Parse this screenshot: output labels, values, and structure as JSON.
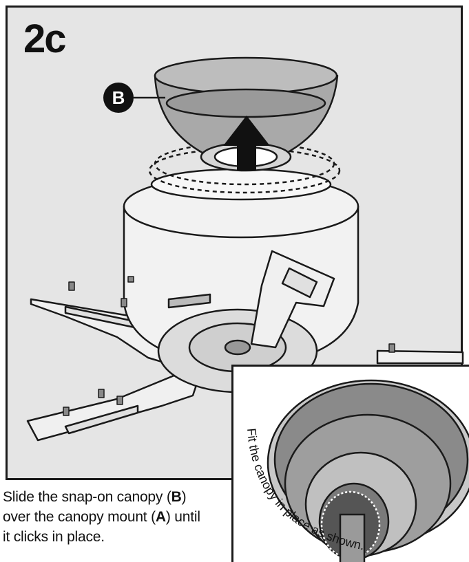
{
  "step": {
    "label": "2c"
  },
  "callout": {
    "letter": "B"
  },
  "instruction": {
    "part1": "Slide the snap-on canopy (",
    "bold1": "B",
    "part2": ")",
    "line2a": "over the canopy mount (",
    "bold2": "A",
    "line2b": ") until",
    "line3": "it clicks in place."
  },
  "inset": {
    "caption": "Fit the canopy in place as shown."
  },
  "colors": {
    "background": "#e5e5e5",
    "outline": "#1a1a1a",
    "fan_body": "#f2f2f2",
    "canopy": "#a9a9a9"
  }
}
